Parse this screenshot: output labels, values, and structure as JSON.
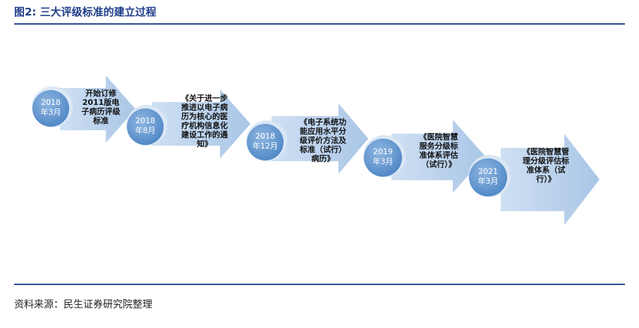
{
  "title": "图2: 三大评级标准的建立过程",
  "source": "资料来源：民生证券研究院整理",
  "steps": [
    {
      "date_year": "2018",
      "date_month": "年3月",
      "text": "开始订修2011版电子病历评级标准"
    },
    {
      "date_year": "2018",
      "date_month": "年8月",
      "text": "《关于进一步推进以电子病历为核心的医疗机构信息化建设工作的通知》"
    },
    {
      "date_year": "2018",
      "date_month": "年12月",
      "text": "《电子系统功能应用水平分级评价方法及标准（试行）病历》"
    },
    {
      "date_year": "2019",
      "date_month": "年3月",
      "text": "《医院智慧服务分级标准体系评估（试行）》"
    },
    {
      "date_year": "2021",
      "date_month": "年3月",
      "text": "《医院智慧管理分级评估标准体系（试行）》"
    }
  ]
}
